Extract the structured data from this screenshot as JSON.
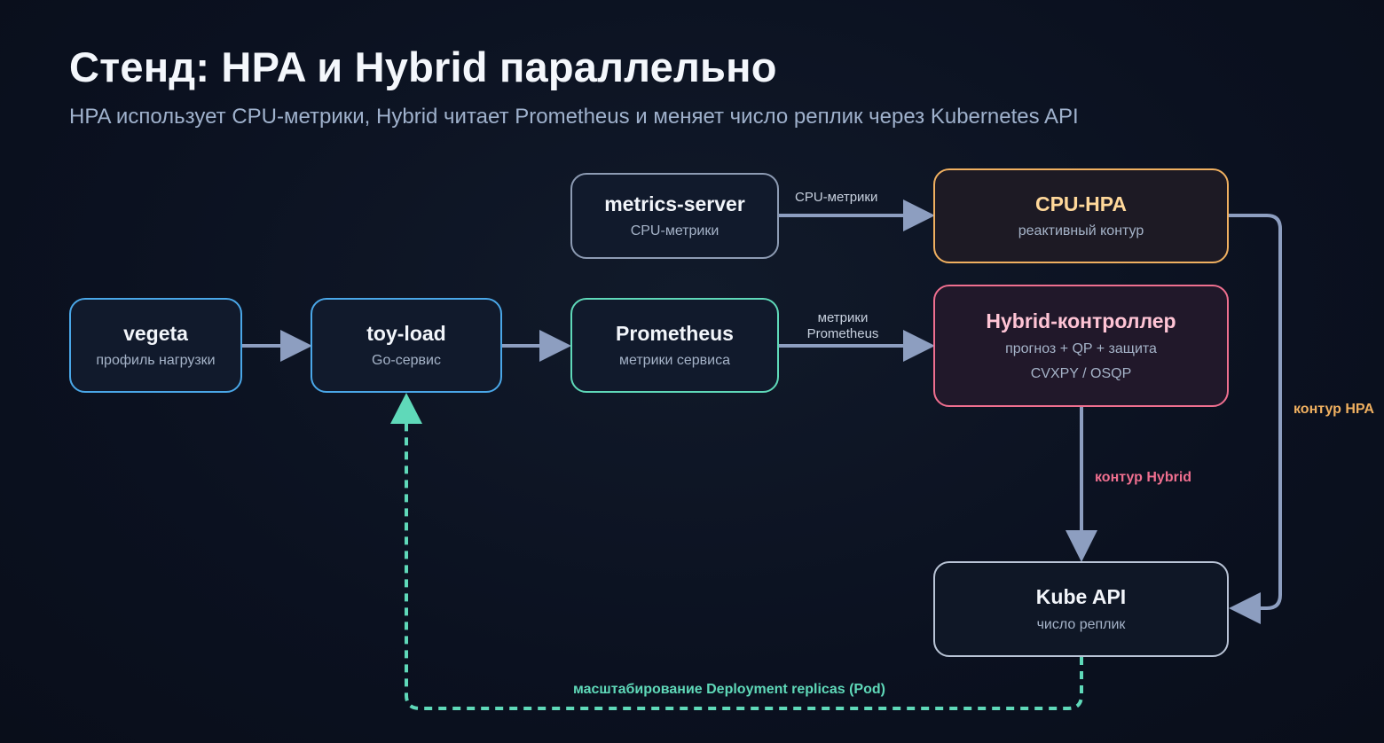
{
  "title": "Стенд: HPA и Hybrid параллельно",
  "subtitle": "HPA использует CPU-метрики, Hybrid читает Prometheus и меняет число реплик через Kubernetes API",
  "nodes": {
    "metrics_server": {
      "title": "metrics-server",
      "sub": "CPU-метрики"
    },
    "cpu_hpa": {
      "title": "CPU-HPA",
      "sub": "реактивный контур"
    },
    "vegeta": {
      "title": "vegeta",
      "sub": "профиль нагрузки"
    },
    "toy_load": {
      "title": "toy-load",
      "sub": "Go-сервис"
    },
    "prometheus": {
      "title": "Prometheus",
      "sub": "метрики сервиса"
    },
    "hybrid": {
      "title": "Hybrid-контроллер",
      "sub": "прогноз + QP + защита",
      "sub2": "CVXPY / OSQP"
    },
    "kube_api": {
      "title": "Kube API",
      "sub": "число реплик"
    }
  },
  "edges": {
    "metrics_to_hpa": "CPU-метрики",
    "prom_to_hybrid_line1": "метрики",
    "prom_to_hybrid_line2": "Prometheus",
    "hpa_loop": "контур HPA",
    "hybrid_loop": "контур Hybrid",
    "scale_loop": "масштабирование Deployment replicas (Pod)"
  },
  "colors": {
    "blue": "#4aa7e8",
    "teal": "#5fd9b9",
    "orange": "#f0b060",
    "pink": "#ef6f8f",
    "arrow": "#8d9ec0"
  }
}
